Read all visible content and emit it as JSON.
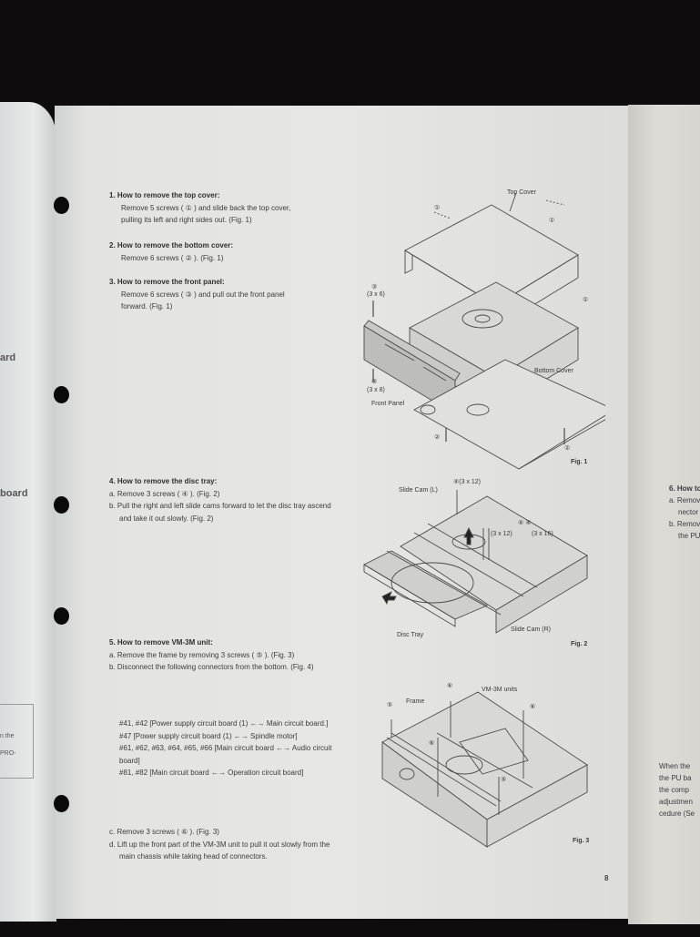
{
  "left_page": {
    "fragments": [
      "ard",
      "board"
    ],
    "box_lines": [
      "n the",
      "PRO-"
    ]
  },
  "sections": [
    {
      "heading": "1. How to remove the top cover:",
      "lines": [
        "Remove 5 screws ( ① ) and slide back the top cover,",
        "pulling its left and right sides out. (Fig. 1)"
      ]
    },
    {
      "heading": "2. How to remove the bottom cover:",
      "lines": [
        "Remove 6 screws ( ② ). (Fig. 1)"
      ]
    },
    {
      "heading": "3. How to remove the front panel:",
      "lines": [
        "Remove 6 screws ( ③ ) and pull out the front panel",
        "forward. (Fig. 1)"
      ]
    },
    {
      "heading": "4. How to remove the disc tray:",
      "steps": [
        "a. Remove 3 screws ( ④ ). (Fig. 2)",
        "b. Pull the right and left slide cams forward to let the disc tray ascend and take it out slowly. (Fig. 2)"
      ]
    },
    {
      "heading": "5. How to remove VM-3M unit:",
      "steps": [
        "a. Remove the frame by removing 3 screws ( ⑤ ). (Fig. 3)",
        "b. Disconnect the following connectors from the bottom. (Fig. 4)"
      ],
      "connectors": [
        "#41, #42 [Power supply circuit board (1) ←→ Main circuit board.]",
        "#47 [Power supply circuit board (1) ←→ Spindle motor]",
        "#61, #62, #63, #64, #65, #66 [Main circuit board ←→ Audio circuit board]",
        "#81, #82 [Main circuit board ←→ Operation circuit board]"
      ],
      "steps_after": [
        "c. Remove 3 screws ( ⑥ ). (Fig. 3)",
        "d. Lift up the front part of the VM-3M unit to pull it out slowly from the main chassis while taking head of connectors."
      ]
    }
  ],
  "figures": {
    "fig1": {
      "caption": "Fig. 1",
      "labels": {
        "top_cover": "Top Cover",
        "screw1a": "①",
        "screw1b": "①",
        "screw1c": "①",
        "screw3_top": "③",
        "size3_top": "(3 x 6)",
        "screw3_bot": "③",
        "size3_bot": "(3 x 8)",
        "front_panel": "Front Panel",
        "bottom_cover": "Bottom Cover",
        "screw2a": "②",
        "screw2b": "②"
      }
    },
    "fig2": {
      "caption": "Fig. 2",
      "labels": {
        "screw4_top": "④(3 x 12)",
        "slide_cam_l": "Slide Cam (L)",
        "screw4_pair": "④ ④",
        "size_a": "(3 x 12)",
        "size_b": "(3 x 16)",
        "slide_cam_r": "Slide Cam (R)",
        "disc_tray": "Disc Tray"
      }
    },
    "fig3": {
      "caption": "Fig. 3",
      "labels": {
        "screw5a": "⑤",
        "frame": "Frame",
        "screw6a": "⑥",
        "vm3m": "VM-3M units",
        "screw6b": "⑥",
        "screw6c": "⑥",
        "screw5b": "⑤"
      }
    }
  },
  "page_number": "8",
  "right_page": {
    "heading": "6. How to",
    "lines": [
      "a. Remov",
      "nector",
      "b. Remov",
      "the PU"
    ],
    "note_lines": [
      "When the",
      "the PU ba",
      "the comp",
      "adjustmen",
      "cedure (Se"
    ]
  }
}
